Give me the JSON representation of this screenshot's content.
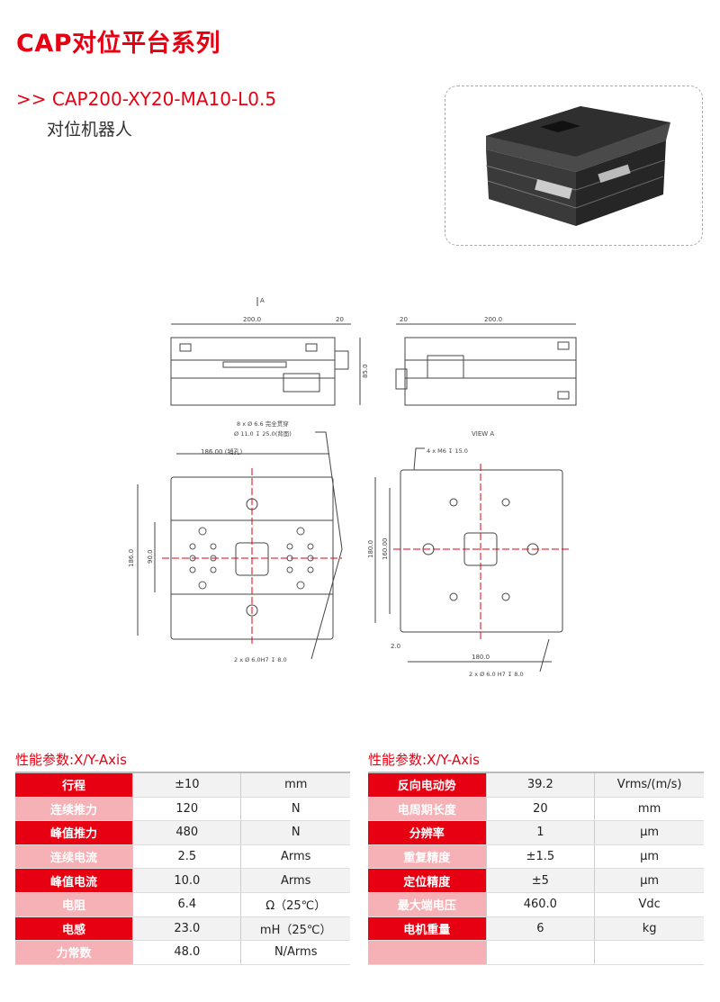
{
  "header": {
    "title": "CAP对位平台系列",
    "model": ">> CAP200-XY20-MA10-L0.5",
    "subtitle": "对位机器人"
  },
  "drawings": {
    "front": {
      "arrow_label": "A",
      "width": "200.0",
      "cable": "20",
      "height": "85.0"
    },
    "side": {
      "cable": "20",
      "width": "200.0"
    },
    "top": {
      "note1": "8 x  Ø 6.6  完全贯穿",
      "note2": "Ø 11.0  ↧ 25.0(背面)",
      "pin_span": "186.00  (销孔)",
      "height": "186.0",
      "inner": "90.0",
      "pin_note": "2 x  Ø 6.0H7  ↧ 8.0"
    },
    "view_a": {
      "label": "VIEW A",
      "thread_note": "4 x  M6  ↧ 15.0",
      "height_outer": "180.0",
      "height_inner": "160.00",
      "offset": "2.0",
      "width": "180.0",
      "pin_note": "2 x  Ø 6.0 H7  ↧ 8.0"
    }
  },
  "colors": {
    "brand_red": "#e60012",
    "light_red": "#f5b1b5"
  },
  "spec_left": {
    "title": "性能参数:X/Y-Axis",
    "rows": [
      {
        "label": "行程",
        "value": "±10",
        "unit": "mm"
      },
      {
        "label": "连续推力",
        "value": "120",
        "unit": "N"
      },
      {
        "label": "峰值推力",
        "value": "480",
        "unit": "N"
      },
      {
        "label": "连续电流",
        "value": "2.5",
        "unit": "Arms"
      },
      {
        "label": "峰值电流",
        "value": "10.0",
        "unit": "Arms"
      },
      {
        "label": "电阻",
        "value": "6.4",
        "unit": "Ω（25℃）"
      },
      {
        "label": "电感",
        "value": "23.0",
        "unit": "mH（25℃）"
      },
      {
        "label": "力常数",
        "value": "48.0",
        "unit": "N/Arms"
      }
    ]
  },
  "spec_right": {
    "title": "性能参数:X/Y-Axis",
    "rows": [
      {
        "label": "反向电动势",
        "value": "39.2",
        "unit": "Vrms/(m/s)"
      },
      {
        "label": "电周期长度",
        "value": "20",
        "unit": "mm"
      },
      {
        "label": "分辨率",
        "value": "1",
        "unit": "μm"
      },
      {
        "label": "重复精度",
        "value": "±1.5",
        "unit": "μm"
      },
      {
        "label": "定位精度",
        "value": "±5",
        "unit": "μm"
      },
      {
        "label": "最大端电压",
        "value": "460.0",
        "unit": "Vdc"
      },
      {
        "label": "电机重量",
        "value": "6",
        "unit": "kg"
      },
      {
        "label": "",
        "value": "",
        "unit": ""
      }
    ]
  }
}
